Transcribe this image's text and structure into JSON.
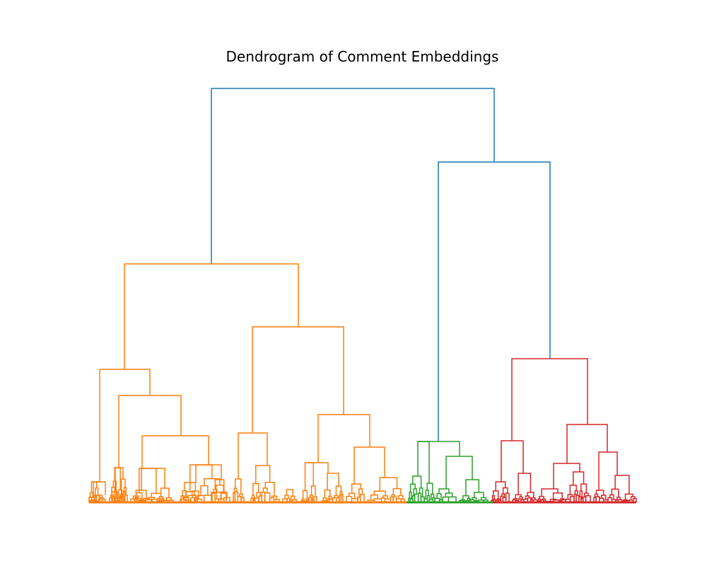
{
  "title": "Dendrogram of Comment Embeddings",
  "colors": {
    "link_above_threshold": "#1f77b4",
    "cluster_orange": "#ff7f0e",
    "cluster_green": "#2ca02c",
    "cluster_red": "#d62728",
    "background": "#ffffff"
  },
  "chart_data": {
    "type": "dendrogram",
    "title": "Dendrogram of Comment Embeddings",
    "xlabel": "",
    "ylabel": "",
    "axes_visible": false,
    "grid": false,
    "legend": "none",
    "height_unit": "relative merge distance (root = 1.0)",
    "clusters": [
      {
        "color": "#ff7f0e",
        "approx_leaves": 86
      },
      {
        "color": "#2ca02c",
        "approx_leaves": 22
      },
      {
        "color": "#d62728",
        "approx_leaves": 38
      }
    ],
    "top_links": [
      {
        "merge_height": 1.0,
        "color": "#1f77b4",
        "children": [
          "orange-cluster",
          "green+red"
        ]
      },
      {
        "merge_height": 0.82,
        "color": "#1f77b4",
        "children": [
          "green-cluster",
          "red-cluster"
        ]
      },
      {
        "merge_height": 0.57,
        "color": "#ff7f0e",
        "children": [
          "orange-left",
          "orange-right"
        ]
      },
      {
        "merge_height": 0.35,
        "color": "#d62728",
        "children": [
          "red-left",
          "red-right"
        ]
      },
      {
        "merge_height": 0.15,
        "color": "#2ca02c",
        "children": [
          "green-left",
          "green-right"
        ]
      }
    ]
  }
}
